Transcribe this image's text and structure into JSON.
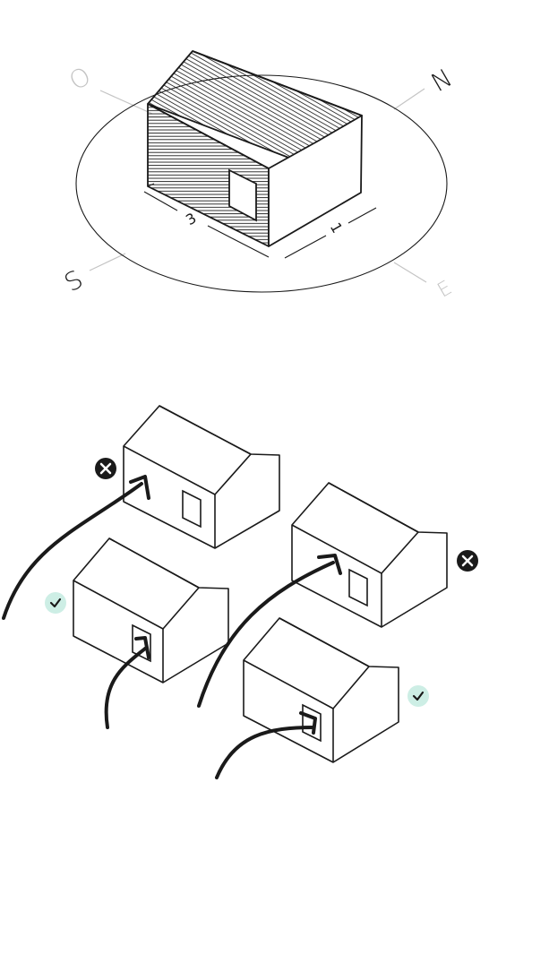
{
  "compass": {
    "north": "N",
    "south": "S",
    "east": "E",
    "west": "O"
  },
  "dimensions": {
    "long_side": "3",
    "short_side": "1"
  },
  "colors": {
    "line": "#1a1a1a",
    "faded_line": "#c4c4c4",
    "wrong_badge": "#1a1a1a",
    "correct_badge": "#cdeee5",
    "check_mark": "#1a1a1a",
    "background": "#ffffff"
  },
  "examples": [
    {
      "result": "wrong",
      "icon": "cross-icon"
    },
    {
      "result": "correct",
      "icon": "check-icon"
    },
    {
      "result": "wrong",
      "icon": "cross-icon"
    },
    {
      "result": "correct",
      "icon": "check-icon"
    }
  ]
}
